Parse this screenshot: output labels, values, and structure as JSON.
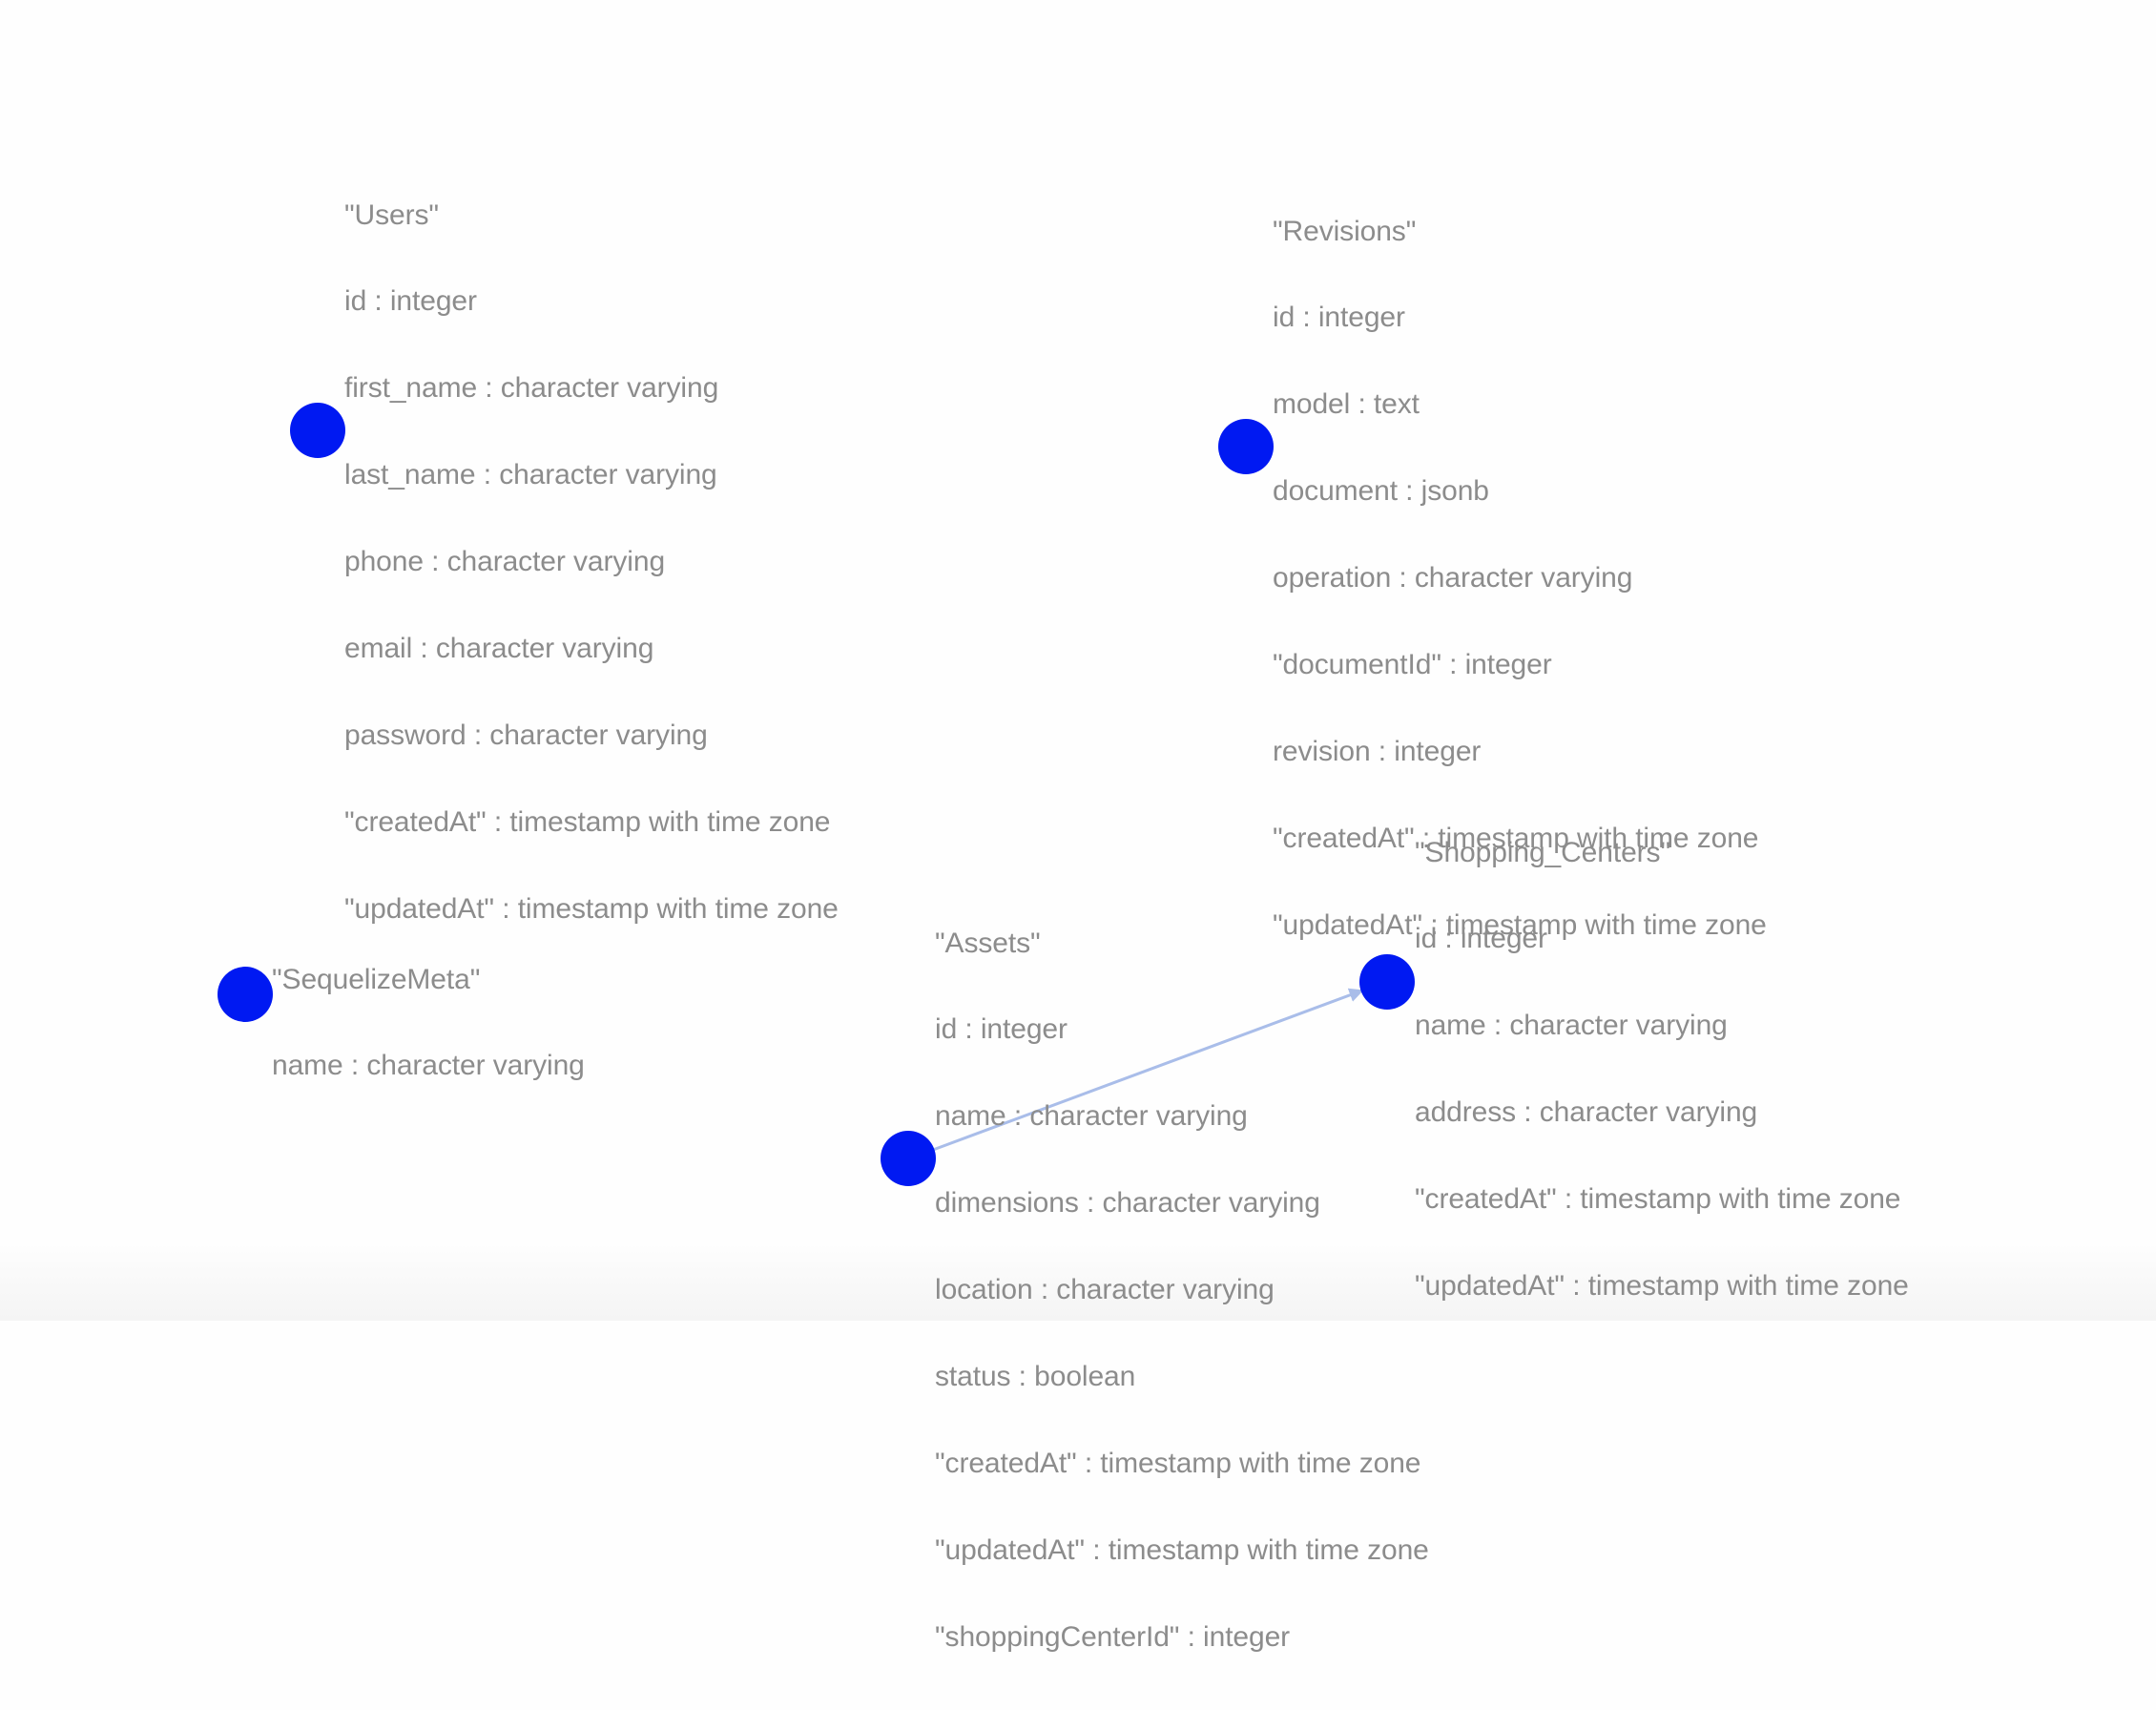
{
  "nodes": [
    {
      "key": "users",
      "title": "\"Users\"",
      "fields": [
        "id : integer",
        "first_name : character varying",
        "last_name : character varying",
        "phone : character varying",
        "email : character varying",
        "password : character varying",
        "\"createdAt\" : timestamp with time zone",
        "\"updatedAt\" : timestamp with time zone"
      ]
    },
    {
      "key": "revisions",
      "title": "\"Revisions\"",
      "fields": [
        "id : integer",
        "model : text",
        "document : jsonb",
        "operation : character varying",
        "\"documentId\" : integer",
        "revision : integer",
        "\"createdAt\" : timestamp with time zone",
        "\"updatedAt\" : timestamp with time zone"
      ]
    },
    {
      "key": "sequelize-meta",
      "title": "\"SequelizeMeta\"",
      "fields": [
        "name : character varying"
      ]
    },
    {
      "key": "assets",
      "title": "\"Assets\"",
      "fields": [
        "id : integer",
        "name : character varying",
        "dimensions : character varying",
        "location : character varying",
        "status : boolean",
        "\"createdAt\" : timestamp with time zone",
        "\"updatedAt\" : timestamp with time zone",
        "\"shoppingCenterId\" : integer"
      ]
    },
    {
      "key": "shopping-centers",
      "title": "\"Shopping_Centers\"",
      "fields": [
        "id : integer",
        "name : character varying",
        "address : character varying",
        "\"createdAt\" : timestamp with time zone",
        "\"updatedAt\" : timestamp with time zone"
      ]
    }
  ],
  "edges": [
    {
      "from": "assets",
      "to": "shopping-centers"
    }
  ],
  "colors": {
    "node": "#0019f2",
    "label": "#8c8c8c",
    "edge": "#a9bde9",
    "background": "#fefefe"
  }
}
